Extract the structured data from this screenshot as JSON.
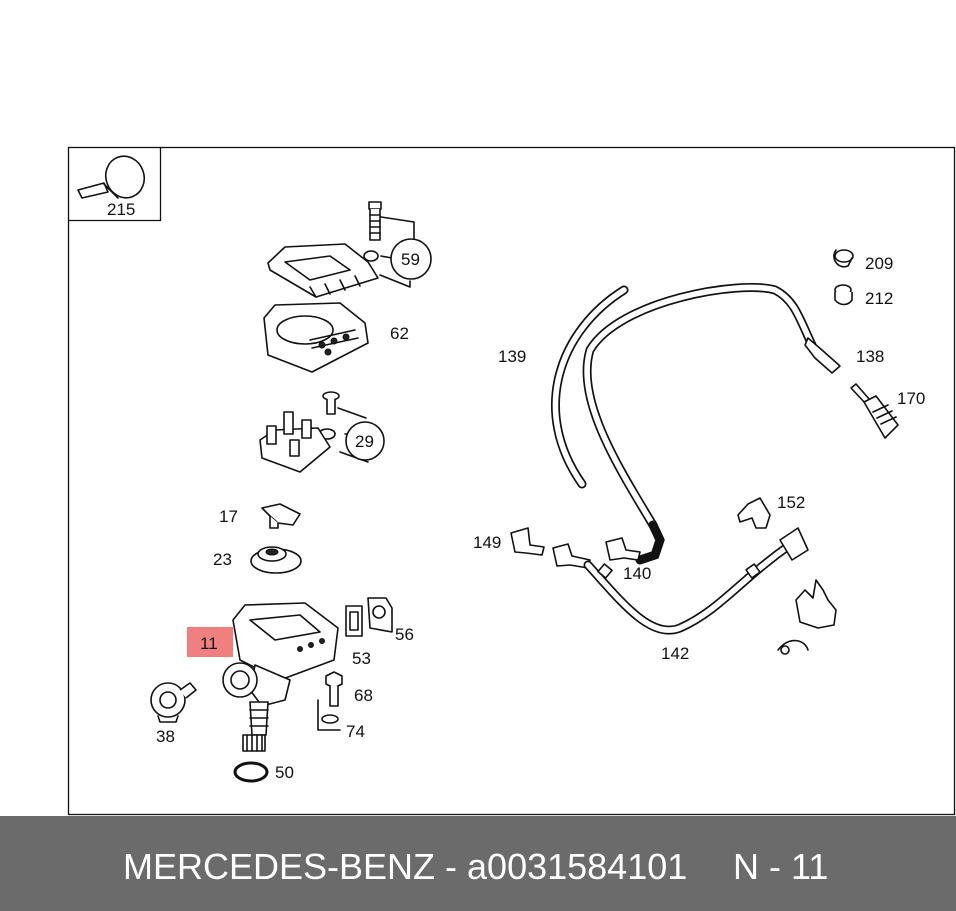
{
  "labels": {
    "p215": "215",
    "p59": "59",
    "p62": "62",
    "p29": "29",
    "p17": "17",
    "p23": "23",
    "p11": "11",
    "p53": "53",
    "p56": "56",
    "p68": "68",
    "p74": "74",
    "p38": "38",
    "p50": "50",
    "p139": "139",
    "p209": "209",
    "p212": "212",
    "p138": "138",
    "p170": "170",
    "p152": "152",
    "p149": "149",
    "p140": "140",
    "p142": "142"
  },
  "highlight_color": "#f08080",
  "footer": {
    "brand": "MERCEDES-BENZ - a0031584101",
    "ref": "N - 11"
  }
}
